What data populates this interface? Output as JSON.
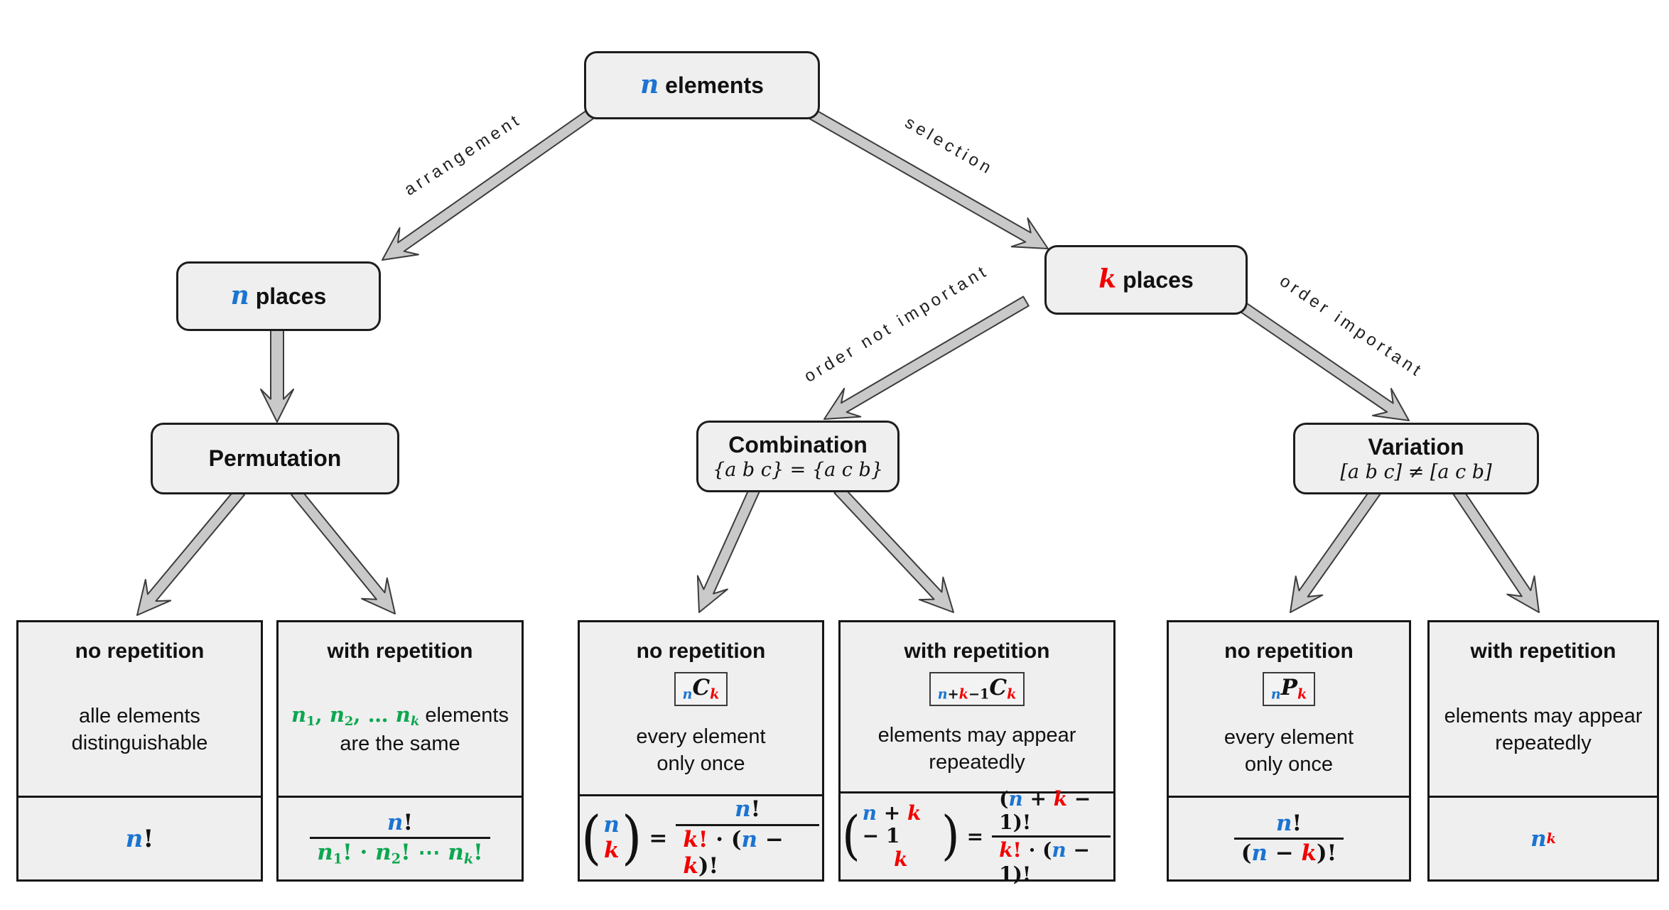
{
  "colors": {
    "blue": "#1b74d1",
    "red": "#f20000",
    "green": "#0ca750",
    "box_fill": "#efefef",
    "box_border": "#1d1d1d",
    "arrow_fill": "#c9c9c9",
    "arrow_stroke": "#3c3c3c"
  },
  "nodes": {
    "root": {
      "parts": [
        {
          "t": "n",
          "m": 1,
          "i": 1,
          "c": "b"
        },
        {
          "t": " elements"
        }
      ]
    },
    "n_places": {
      "parts": [
        {
          "t": "n",
          "m": 1,
          "i": 1,
          "c": "b"
        },
        {
          "t": " places"
        }
      ]
    },
    "k_places": {
      "parts": [
        {
          "t": "k",
          "m": 1,
          "i": 1,
          "c": "r"
        },
        {
          "t": " places"
        }
      ]
    },
    "permutation": {
      "title": "Permutation"
    },
    "combination": {
      "title": "Combination",
      "subtitle_parts": [
        {
          "t": "{a b c} = {a c b}",
          "m2": 1,
          "i": 1
        }
      ]
    },
    "variation": {
      "title": "Variation",
      "subtitle_parts": [
        {
          "t": "[a b c] ≠ [a c b]",
          "m2": 1,
          "i": 1
        }
      ]
    }
  },
  "edges": {
    "arrangement": "arrangement",
    "selection": "selection",
    "order_not_important": "order not important",
    "order_important": "order important"
  },
  "leaves": [
    {
      "title": "no repetition",
      "badge": null,
      "desc": [
        [
          {
            "t": "alle elements"
          }
        ],
        [
          {
            "t": "distinguishable"
          }
        ]
      ],
      "formula": [
        {
          "type": "t",
          "parts": [
            {
              "t": "n",
              "m": 1,
              "i": 1,
              "c": "b"
            },
            {
              "t": "!",
              "m": 1
            }
          ]
        }
      ]
    },
    {
      "title": "with repetition",
      "badge": null,
      "desc": [
        [
          {
            "t": "n",
            "m": 1,
            "i": 1,
            "c": "g"
          },
          {
            "t": "1",
            "m": 1,
            "c": "g",
            "sub": 1
          },
          {
            "t": ", ",
            "m": 1,
            "c": "g"
          },
          {
            "t": "n",
            "m": 1,
            "i": 1,
            "c": "g"
          },
          {
            "t": "2",
            "m": 1,
            "c": "g",
            "sub": 1
          },
          {
            "t": ", … ",
            "m": 1,
            "c": "g"
          },
          {
            "t": "n",
            "m": 1,
            "i": 1,
            "c": "g"
          },
          {
            "t": "k",
            "m": 1,
            "i": 1,
            "c": "g",
            "sub": 1
          },
          {
            "t": " elements"
          }
        ],
        [
          {
            "t": "are the same"
          }
        ]
      ],
      "formula": [
        {
          "type": "frac",
          "num": [
            {
              "t": "n",
              "m": 1,
              "i": 1,
              "c": "b"
            },
            {
              "t": "!",
              "m": 1
            }
          ],
          "den": [
            {
              "t": "n",
              "m": 1,
              "i": 1,
              "c": "g"
            },
            {
              "t": "1",
              "m": 1,
              "c": "g",
              "sub": 1
            },
            {
              "t": "! · ",
              "m": 1,
              "c": "g"
            },
            {
              "t": "n",
              "m": 1,
              "i": 1,
              "c": "g"
            },
            {
              "t": "2",
              "m": 1,
              "c": "g",
              "sub": 1
            },
            {
              "t": "! ⋯ ",
              "m": 1,
              "c": "g"
            },
            {
              "t": "n",
              "m": 1,
              "i": 1,
              "c": "g"
            },
            {
              "t": "k",
              "m": 1,
              "i": 1,
              "c": "g",
              "sub": 1
            },
            {
              "t": "!",
              "m": 1,
              "c": "g"
            }
          ]
        }
      ]
    },
    {
      "title": "no repetition",
      "badge": [
        {
          "t": "n",
          "m": 1,
          "i": 1,
          "c": "b",
          "sub": 1
        },
        {
          "t": "C",
          "m": 1,
          "i": 1
        },
        {
          "t": "k",
          "m": 1,
          "i": 1,
          "c": "r",
          "sub": 1
        }
      ],
      "desc": [
        [
          {
            "t": "every element"
          }
        ],
        [
          {
            "t": "only once"
          }
        ]
      ],
      "formula": [
        {
          "type": "binom",
          "top": [
            {
              "t": "n",
              "m": 1,
              "i": 1,
              "c": "b"
            }
          ],
          "bot": [
            {
              "t": "k",
              "m": 1,
              "i": 1,
              "c": "r"
            }
          ]
        },
        {
          "type": "t",
          "parts": [
            {
              "t": "=",
              "m": 1,
              "cls": "eq"
            }
          ]
        },
        {
          "type": "frac",
          "num": [
            {
              "t": "n",
              "m": 1,
              "i": 1,
              "c": "b"
            },
            {
              "t": "!",
              "m": 1
            }
          ],
          "den": [
            {
              "t": "k",
              "m": 1,
              "i": 1,
              "c": "r"
            },
            {
              "t": "!",
              "m": 1,
              "c": "r"
            },
            {
              "t": " · (",
              "m": 1
            },
            {
              "t": "n",
              "m": 1,
              "i": 1,
              "c": "b"
            },
            {
              "t": " − ",
              "m": 1
            },
            {
              "t": "k",
              "m": 1,
              "i": 1,
              "c": "r"
            },
            {
              "t": ")!",
              "m": 1
            }
          ]
        }
      ]
    },
    {
      "title": "with repetition",
      "badge": [
        {
          "t": "n",
          "m": 1,
          "i": 1,
          "c": "b",
          "sub": 1
        },
        {
          "t": "+",
          "m": 1,
          "sub": 1
        },
        {
          "t": "k",
          "m": 1,
          "i": 1,
          "c": "r",
          "sub": 1
        },
        {
          "t": "−1",
          "m": 1,
          "sub": 1
        },
        {
          "t": "C",
          "m": 1,
          "i": 1
        },
        {
          "t": "k",
          "m": 1,
          "i": 1,
          "c": "r",
          "sub": 1
        }
      ],
      "desc": [
        [
          {
            "t": "elements may appear"
          }
        ],
        [
          {
            "t": "repeatedly"
          }
        ]
      ],
      "formula": [
        {
          "type": "binom",
          "top": [
            {
              "t": "n",
              "m": 1,
              "i": 1,
              "c": "b"
            },
            {
              "t": " + ",
              "m": 1
            },
            {
              "t": "k",
              "m": 1,
              "i": 1,
              "c": "r"
            },
            {
              "t": " − 1",
              "m": 1
            }
          ],
          "bot": [
            {
              "t": "k",
              "m": 1,
              "i": 1,
              "c": "r"
            }
          ]
        },
        {
          "type": "t",
          "parts": [
            {
              "t": "=",
              "m": 1,
              "cls": "eq"
            }
          ]
        },
        {
          "type": "frac",
          "num": [
            {
              "t": "(",
              "m": 1
            },
            {
              "t": "n",
              "m": 1,
              "i": 1,
              "c": "b"
            },
            {
              "t": " + ",
              "m": 1
            },
            {
              "t": "k",
              "m": 1,
              "i": 1,
              "c": "r"
            },
            {
              "t": " − 1)!",
              "m": 1
            }
          ],
          "den": [
            {
              "t": "k",
              "m": 1,
              "i": 1,
              "c": "r"
            },
            {
              "t": "!",
              "m": 1,
              "c": "r"
            },
            {
              "t": " · (",
              "m": 1
            },
            {
              "t": "n",
              "m": 1,
              "i": 1,
              "c": "b"
            },
            {
              "t": " − 1)!",
              "m": 1
            }
          ]
        }
      ]
    },
    {
      "title": "no repetition",
      "badge": [
        {
          "t": "n",
          "m": 1,
          "i": 1,
          "c": "b",
          "sub": 1
        },
        {
          "t": "P",
          "m": 1,
          "i": 1
        },
        {
          "t": "k",
          "m": 1,
          "i": 1,
          "c": "r",
          "sub": 1
        }
      ],
      "desc": [
        [
          {
            "t": "every element"
          }
        ],
        [
          {
            "t": "only once"
          }
        ]
      ],
      "formula": [
        {
          "type": "frac",
          "num": [
            {
              "t": "n",
              "m": 1,
              "i": 1,
              "c": "b"
            },
            {
              "t": "!",
              "m": 1
            }
          ],
          "den": [
            {
              "t": "(",
              "m": 1
            },
            {
              "t": "n",
              "m": 1,
              "i": 1,
              "c": "b"
            },
            {
              "t": " − ",
              "m": 1
            },
            {
              "t": "k",
              "m": 1,
              "i": 1,
              "c": "r"
            },
            {
              "t": ")!",
              "m": 1
            }
          ]
        }
      ]
    },
    {
      "title": "with repetition",
      "badge": null,
      "desc": [
        [
          {
            "t": "elements may appear"
          }
        ],
        [
          {
            "t": "repeatedly"
          }
        ]
      ],
      "formula": [
        {
          "type": "t",
          "parts": [
            {
              "t": "n",
              "m": 1,
              "i": 1,
              "c": "b"
            },
            {
              "t": "k",
              "m": 1,
              "i": 1,
              "c": "r",
              "sup": 1
            }
          ]
        }
      ]
    }
  ]
}
